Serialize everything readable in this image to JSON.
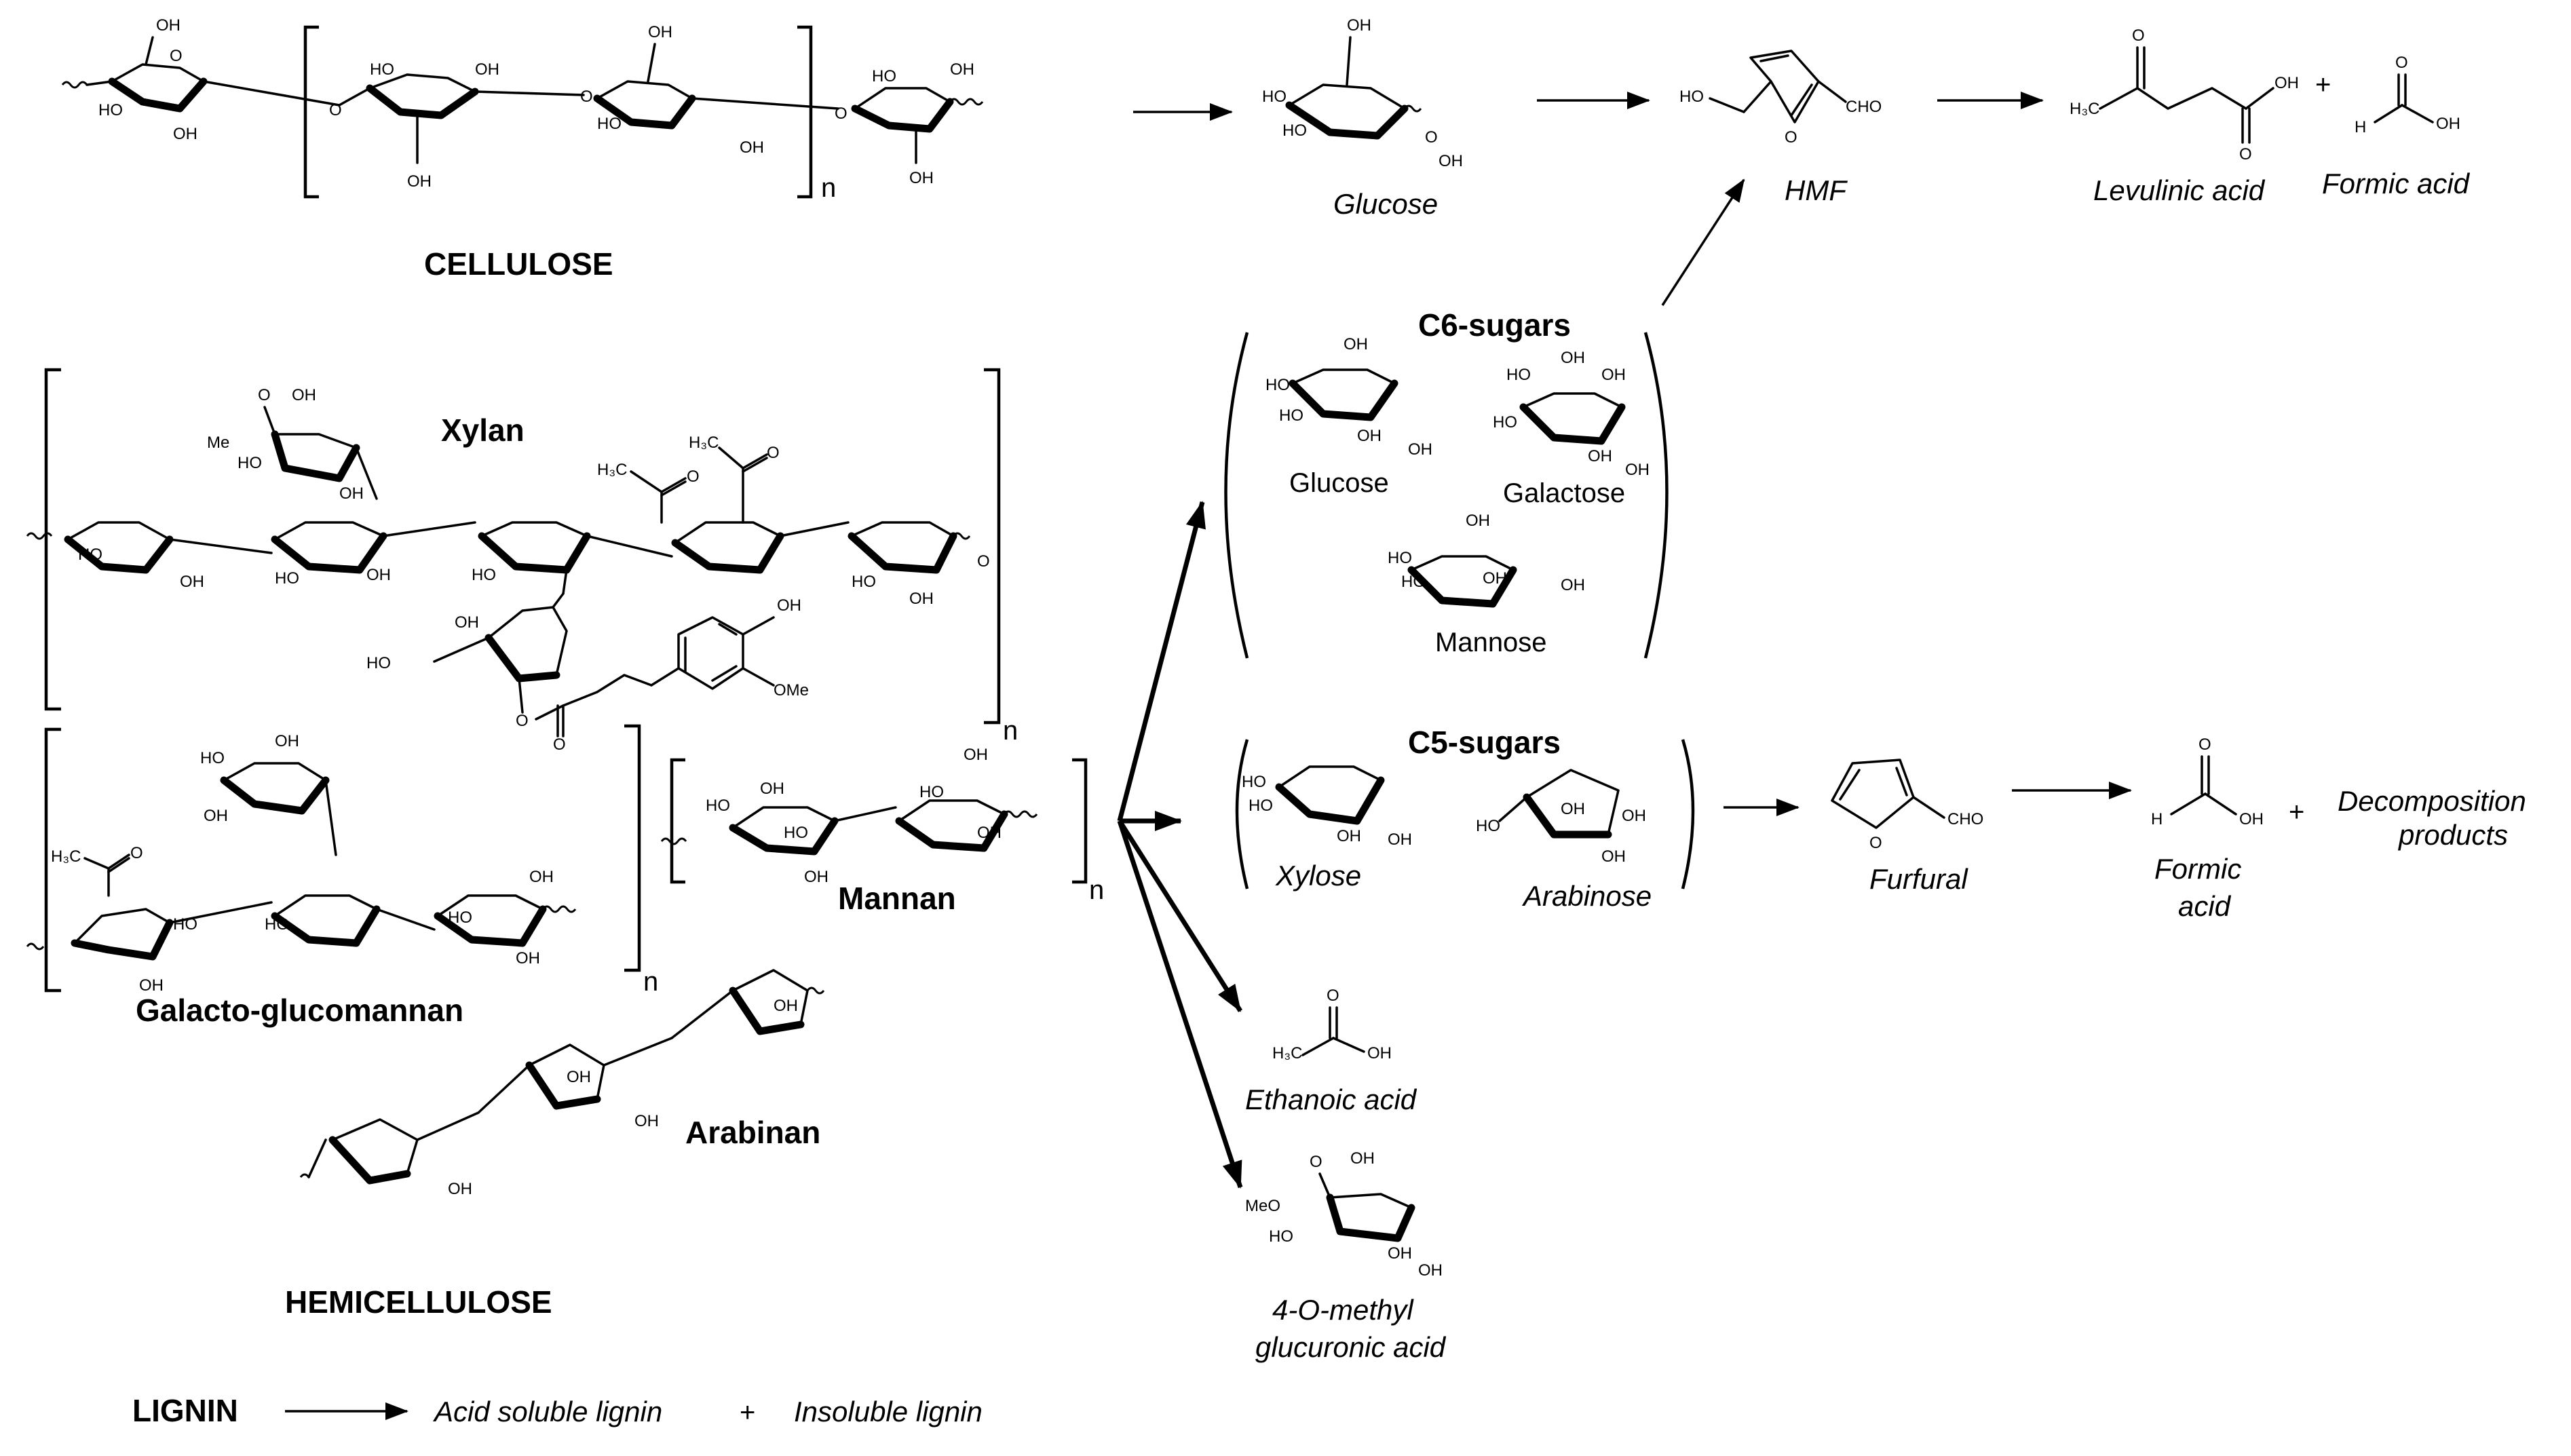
{
  "cellulose": {
    "label": "CELLULOSE",
    "repeat_n": "n",
    "atoms": [
      "OH",
      "HO",
      "OH",
      "O",
      "OH",
      "HO",
      "OH",
      "O",
      "OH",
      "OH",
      "HO",
      "OH",
      "OH",
      "HO",
      "OH"
    ]
  },
  "hemicellulose": {
    "label": "HEMICELLULOSE",
    "xylan": {
      "label": "Xylan",
      "repeat_n": "n"
    },
    "galactoglucomannan": {
      "label": "Galacto-glucomannan",
      "repeat_n": "n"
    },
    "mannan": {
      "label": "Mannan",
      "repeat_n": "n"
    },
    "arabinan": {
      "label": "Arabinan"
    },
    "atoms": {
      "xylan_glcA": [
        "OH",
        "Me",
        "O",
        "HO",
        "OH"
      ],
      "xylan_chain": [
        "HO",
        "OH",
        "HO",
        "OH",
        "HO",
        "OH",
        "O"
      ],
      "xylan_acetyl": [
        "H₃C",
        "O",
        "H₃C",
        "O"
      ],
      "xylan_arabinose": [
        "HO",
        "OH",
        "O"
      ],
      "xylan_ferulate": [
        "OH",
        "OMe",
        "O"
      ],
      "ggm": [
        "OH",
        "HO",
        "OH",
        "H₃C",
        "O",
        "OH",
        "HO",
        "OH",
        "HO",
        "OH",
        "HO",
        "OH",
        "OH"
      ],
      "mannan": [
        "OH",
        "HO",
        "OH",
        "HO",
        "OH",
        "OH",
        "HO",
        "OH"
      ],
      "arabinan": [
        "OH",
        "OH",
        "OH"
      ]
    }
  },
  "lignin": {
    "label": "LIGNIN",
    "product1": "Acid soluble lignin",
    "plus": "+",
    "product2": "Insoluble lignin"
  },
  "products_top": {
    "glucose": "Glucose",
    "hmf": "HMF",
    "levulinic": "Levulinic acid",
    "plus": "+",
    "formic": "Formic acid",
    "atoms": {
      "glucose": [
        "OH",
        "HO",
        "HO",
        "OH",
        "O"
      ],
      "hmf": [
        "HO",
        "O",
        "CHO"
      ],
      "levulinic": [
        "H₃C",
        "O",
        "OH",
        "O"
      ],
      "formic": [
        "O",
        "H",
        "OH"
      ]
    }
  },
  "c6": {
    "heading": "C6-sugars",
    "glucose": "Glucose",
    "galactose": "Galactose",
    "mannose": "Mannose",
    "atoms": {
      "glucose": [
        "OH",
        "HO",
        "HO",
        "OH",
        "OH"
      ],
      "galactose": [
        "OH",
        "HO",
        "OH",
        "HO",
        "OH",
        "OH"
      ],
      "mannose": [
        "OH",
        "OH",
        "HO",
        "HO",
        "OH"
      ]
    }
  },
  "c5": {
    "heading": "C5-sugars",
    "xylose": "Xylose",
    "arabinose": "Arabinose",
    "furfural": "Furfural",
    "formic_line1": "Formic",
    "formic_line2": "acid",
    "plus": "+",
    "decomp_line1": "Decomposition",
    "decomp_line2": "products",
    "atoms": {
      "xylose": [
        "HO",
        "HO",
        "OH",
        "OH"
      ],
      "arabinose": [
        "OH",
        "HO",
        "OH",
        "OH"
      ],
      "furfural": [
        "O",
        "CHO"
      ],
      "formic": [
        "O",
        "H",
        "OH"
      ]
    }
  },
  "others": {
    "ethanoic": "Ethanoic acid",
    "glucuronic_line1": "4-O-methyl",
    "glucuronic_line2": "glucuronic acid",
    "atoms": {
      "ethanoic": [
        "O",
        "H₃C",
        "OH"
      ],
      "glucuronic": [
        "O",
        "OH",
        "MeO",
        "HO",
        "OH",
        "OH"
      ]
    }
  }
}
